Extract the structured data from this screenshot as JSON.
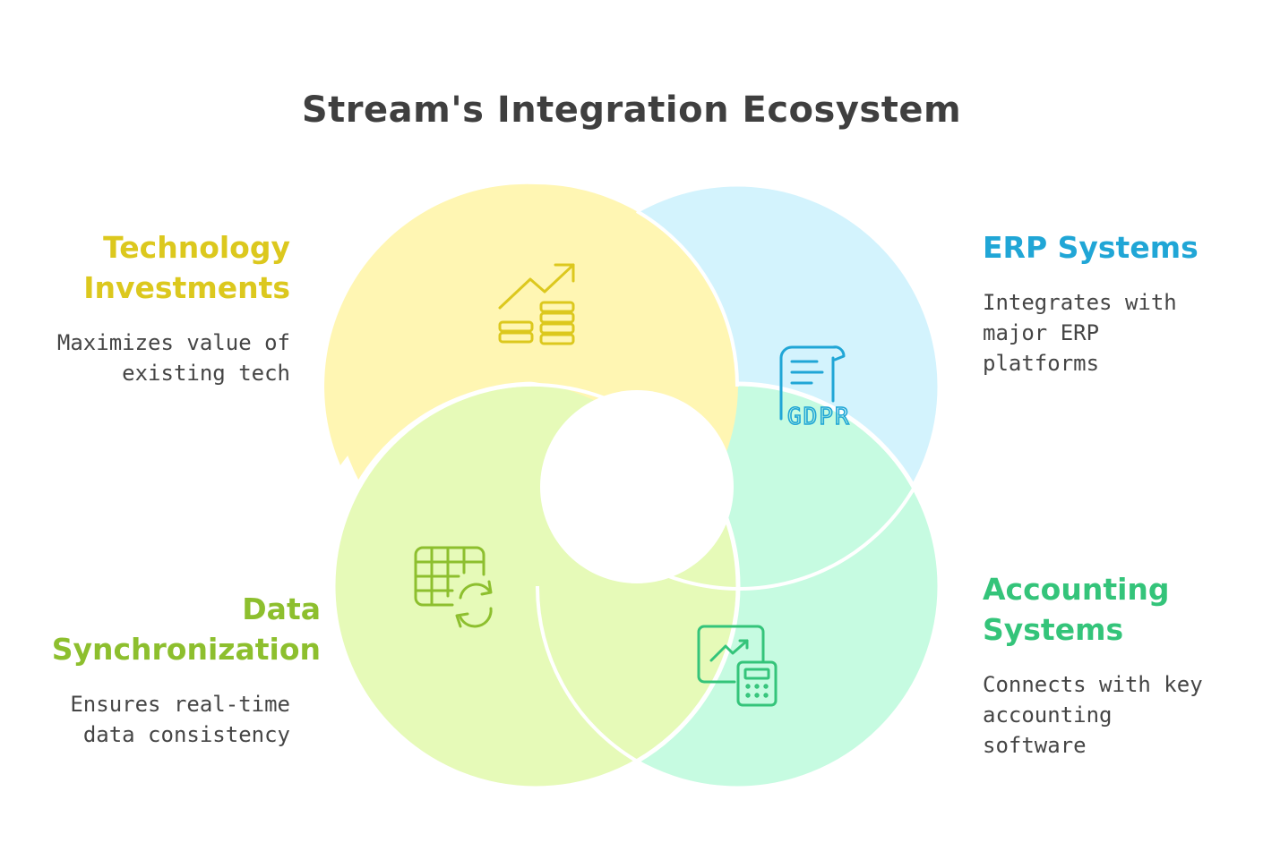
{
  "title": "Stream's Integration Ecosystem",
  "colors": {
    "technology": "#dcc81e",
    "erp": "#20a6d6",
    "accounting": "#34c47a",
    "data_sync": "#8dbf2e",
    "title": "#3f3f3f"
  },
  "segments": [
    {
      "id": "technology",
      "heading": "Technology Investments",
      "heading_lines": [
        "Technology",
        "Investments"
      ],
      "description_lines": [
        "Maximizes value of",
        "existing tech"
      ],
      "icon": "growth-chart-coins-icon"
    },
    {
      "id": "erp",
      "heading": "ERP Systems",
      "heading_lines": [
        "ERP Systems"
      ],
      "description_lines": [
        "Integrates with",
        "major ERP",
        "platforms"
      ],
      "icon": "gdpr-document-icon",
      "icon_text": "GDPR"
    },
    {
      "id": "data_sync",
      "heading": "Data Synchronization",
      "heading_lines": [
        "Data",
        "Synchronization"
      ],
      "description_lines": [
        "Ensures real-time",
        "data consistency"
      ],
      "icon": "table-sync-icon"
    },
    {
      "id": "accounting",
      "heading": "Accounting Systems",
      "heading_lines": [
        "Accounting",
        "Systems"
      ],
      "description_lines": [
        "Connects with key",
        "accounting",
        "software"
      ],
      "icon": "chart-calculator-icon"
    }
  ]
}
